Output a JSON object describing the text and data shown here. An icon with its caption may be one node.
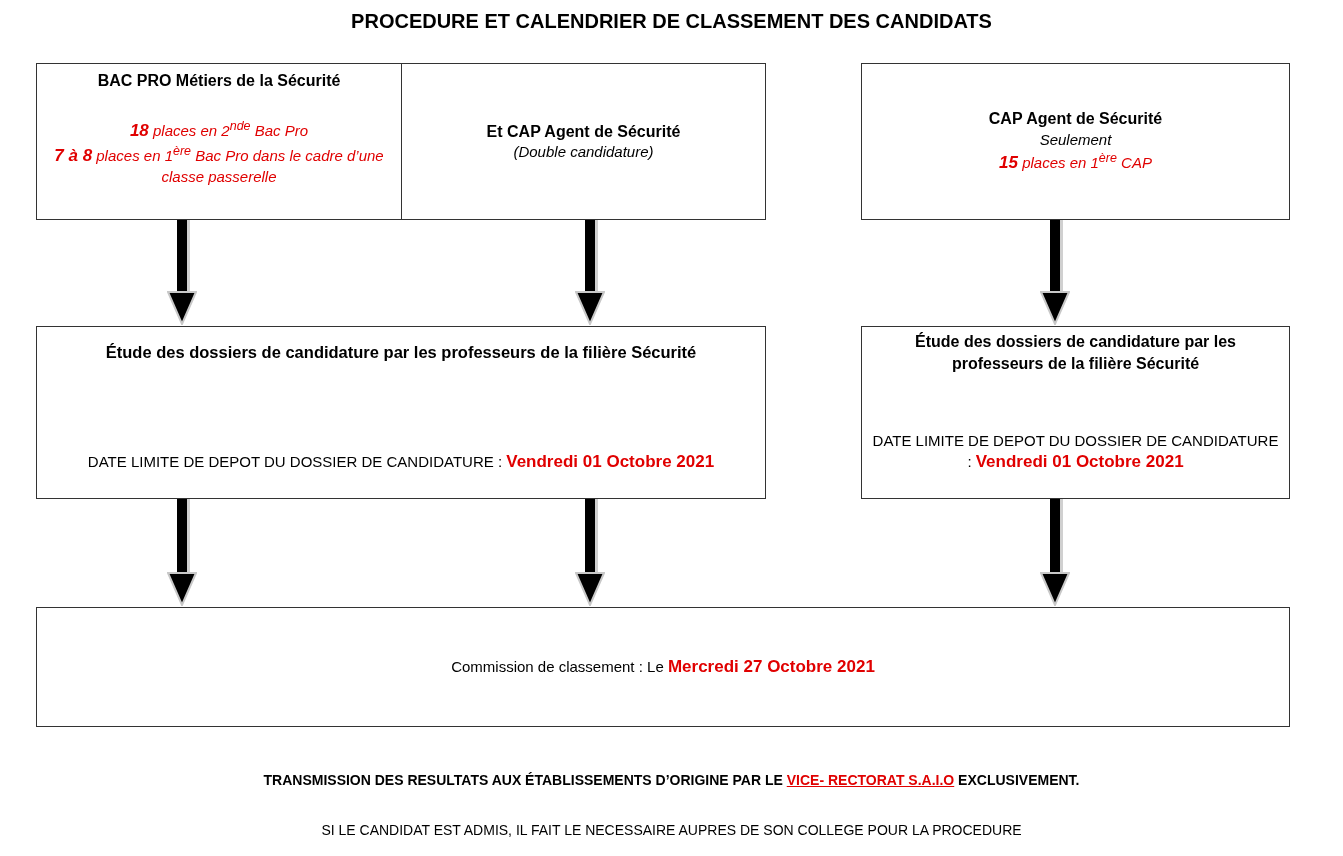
{
  "diagram": {
    "title": "PROCEDURE ET CALENDRIER DE CLASSEMENT DES CANDIDATS",
    "nodes": [
      {
        "text": [
          "BAC PRO Métiers de la Sécurité",
          "**18** places en 2$^{nde}$ Bac Pro",
          "**7 à 8** places en 1$^{ère}$ Bac Pro dans le cadre d’une classe passerelle"
        ]
      },
      {
        "text": [
          "Et CAP Agent de Sécurité",
          "(Double candidature)"
        ]
      },
      {
        "text": [
          "CAP Agent de Sécurité",
          "Seulement",
          "**15** places en 1$^{ère}$ CAP"
        ]
      },
      {
        "text": [
          "Étude des dossiers de candidature par les professeurs de la filière Sécurité",
          "DATE LIMITE DE DEPOT DU DOSSIER DE CANDIDATURE : **Vendredi 01 Octobre 2021**"
        ]
      },
      {
        "text": [
          "Étude des dossiers de candidature par les professeurs de la filière Sécurité",
          "DATE LIMITE DE DEPOT DU DOSSIER DE CANDIDATURE : **Vendredi 01 Octobre 2021**"
        ]
      },
      {
        "text": [
          "Commission de classement : Le **Mercredi 27 Octobre 2021**"
        ]
      }
    ],
    "edges": [
      {
        "from": 0,
        "to": 3,
        "arrow": "to"
      },
      {
        "from": 1,
        "to": 3,
        "arrow": "to"
      },
      {
        "from": 2,
        "to": 4,
        "arrow": "to"
      },
      {
        "from": 3,
        "to": 5,
        "arrow": "to"
      },
      {
        "from": 3,
        "to": 5,
        "arrow": "to"
      },
      {
        "from": 4,
        "to": 5,
        "arrow": "to"
      }
    ],
    "labels": [
      "TRANSMISSION DES RESULTATS AUX ÉTABLISSEMENTS D’ORIGINE PAR LE **VICE- RECTORAT S.A.I.O** EXCLUSIVEMENT.",
      "SI LE CANDIDAT EST ADMIS, IL FAIT LE NECESSAIRE AUPRES DE SON COLLEGE POUR LA PROCEDURE"
    ]
  }
}
